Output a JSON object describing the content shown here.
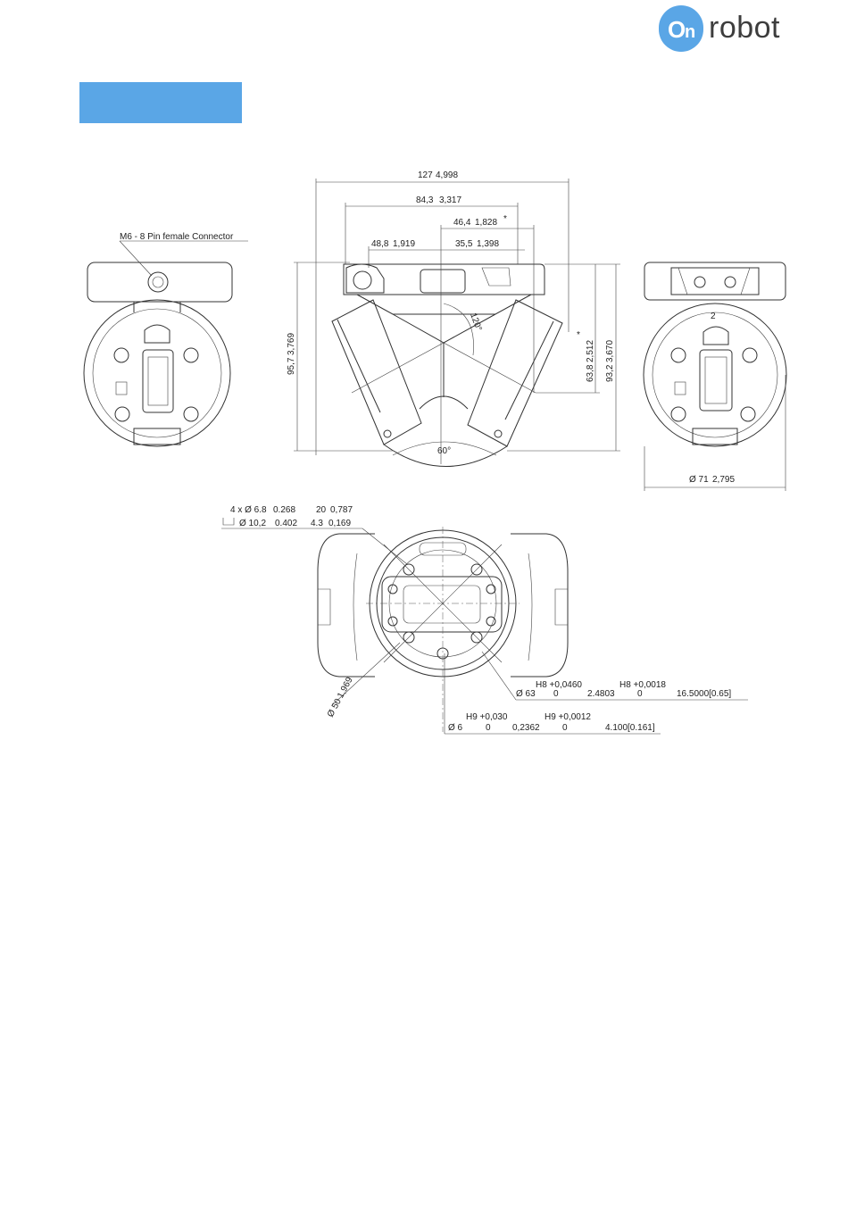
{
  "brand": {
    "logo_mark": "On",
    "logo_text": "robot",
    "accent_color": "#5aa6e6"
  },
  "section_header": {
    "color": "#5aa6e6"
  },
  "drawing": {
    "connector_label": "M6 - 8 Pin female Connector",
    "dim_overall_width": "127",
    "dim_overall_width_in": "4,998",
    "dim_84": "84,3",
    "dim_84_in": "3,317",
    "dim_46": "46,4",
    "dim_46_in": "1,828",
    "dim_48": "48,8",
    "dim_48_in": "1,919",
    "dim_35": "35,5",
    "dim_35_in": "1,398",
    "star": "*",
    "dim_95": "95,7",
    "dim_95_in": "3,769",
    "dim_63": "63,8",
    "dim_63_in": "2,512",
    "dim_93": "93,2",
    "dim_93_in": "3,670",
    "angle_120": "120°",
    "angle_60": "60°",
    "side_number": "2",
    "dim_dia71": "Ø 71",
    "dim_dia71_in": "2,795",
    "holes_line1": "4 x Ø 6.8",
    "holes_line1_in": "0.268",
    "holes_depth1": "20",
    "holes_depth1_in": "0,787",
    "holes_line2": "Ø 10,2",
    "holes_line2_in": "0.402",
    "holes_depth2": "4.3",
    "holes_depth2_in": "0,169",
    "dia50": "Ø 50",
    "dia50_in": "1,969",
    "fit63_tol_upper": "H8 +0,0460",
    "fit63_tol_lower": "0",
    "fit63_dia": "Ø 63",
    "fit63_in": "2.4803",
    "fit63_in_tol_upper": "H8 +0,0018",
    "fit63_in_tol_lower": "0",
    "fit63_depth": "16.5000[0.65]",
    "fit6_tol_upper": "H9 +0,030",
    "fit6_tol_lower": "0",
    "fit6_dia": "Ø 6",
    "fit6_in": "0,2362",
    "fit6_in_tol_upper": "H9 +0,0012",
    "fit6_in_tol_lower": "0",
    "fit6_depth": "4.100[0.161]"
  }
}
